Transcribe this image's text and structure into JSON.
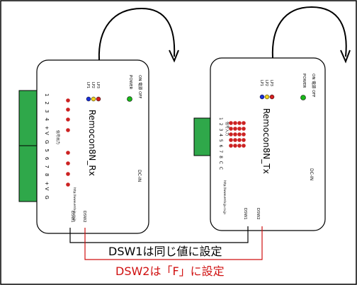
{
  "devices": {
    "rx": {
      "name": "Remocon8N_Rx",
      "power": "POWER",
      "switch": "ON 電源 OFF",
      "leds": [
        "LP1",
        "LP2",
        "LP3"
      ],
      "dc_in": "DC-IN",
      "io_header": "1 2 3 4 +V G 5 6 7 8 +V G",
      "io_label": "信号出力",
      "url": "http://www.emb-jp.co.jp",
      "dsw1": "DSW1",
      "dsw2": "DSW2"
    },
    "tx": {
      "name": "Remocon8N_Tx",
      "power": "POWER",
      "switch": "ON 電源 OFF",
      "leds": [
        "LP1",
        "LP2",
        "LP3"
      ],
      "dc_in": "DC-IN",
      "io_header": "1 2 3 4 5 6 7 8 C C",
      "io_label": "信号入力",
      "url": "http://www.emb-jp.co.jp",
      "dsw1": "DSW1",
      "dsw2": "DSW2"
    }
  },
  "captions": {
    "dsw1_note": "DSW1は同じ値に設定",
    "dsw2_note": "DSW2は「F」に設定"
  },
  "colors": {
    "frame": "#000000",
    "connector_green": "#2fa84a",
    "pin_red": "#cc2222",
    "led_blue": "#1a2fd6",
    "led_yellow": "#f2d21b",
    "led_red": "#d42020",
    "power_green": "#19b819",
    "note_red": "#d01010"
  }
}
